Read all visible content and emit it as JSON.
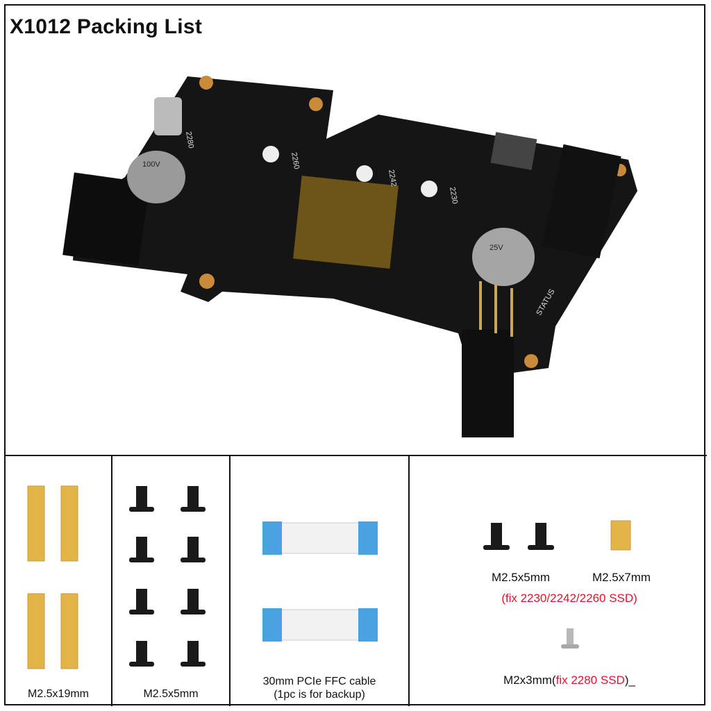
{
  "title": "X1012 Packing List",
  "colors": {
    "accent_red": "#e8112d",
    "pcb": "#151515",
    "brass": "#e2b548",
    "ffc_blue": "#4aa3e0"
  },
  "main_product": {
    "board_silkscreen": [
      "2280",
      "2260",
      "2242",
      "2230",
      "STATUS",
      "100V",
      "25V"
    ]
  },
  "items": [
    {
      "label": "M2.5x19mm",
      "quantity_shown": 4
    },
    {
      "label": "M2.5x5mm",
      "quantity_shown": 8
    },
    {
      "label_line1": "30mm PCIe FFC cable",
      "label_line2": "(1pc is for backup)",
      "quantity_shown": 2
    },
    {
      "screw_label": "M2.5x5mm",
      "standoff_label": "M2.5x7mm",
      "note": "(fix 2230/2242/2260 SSD)",
      "small_screw_label": "M2x3mm(",
      "small_screw_note": "fix 2280 SSD",
      "small_screw_suffix": ")_"
    }
  ]
}
